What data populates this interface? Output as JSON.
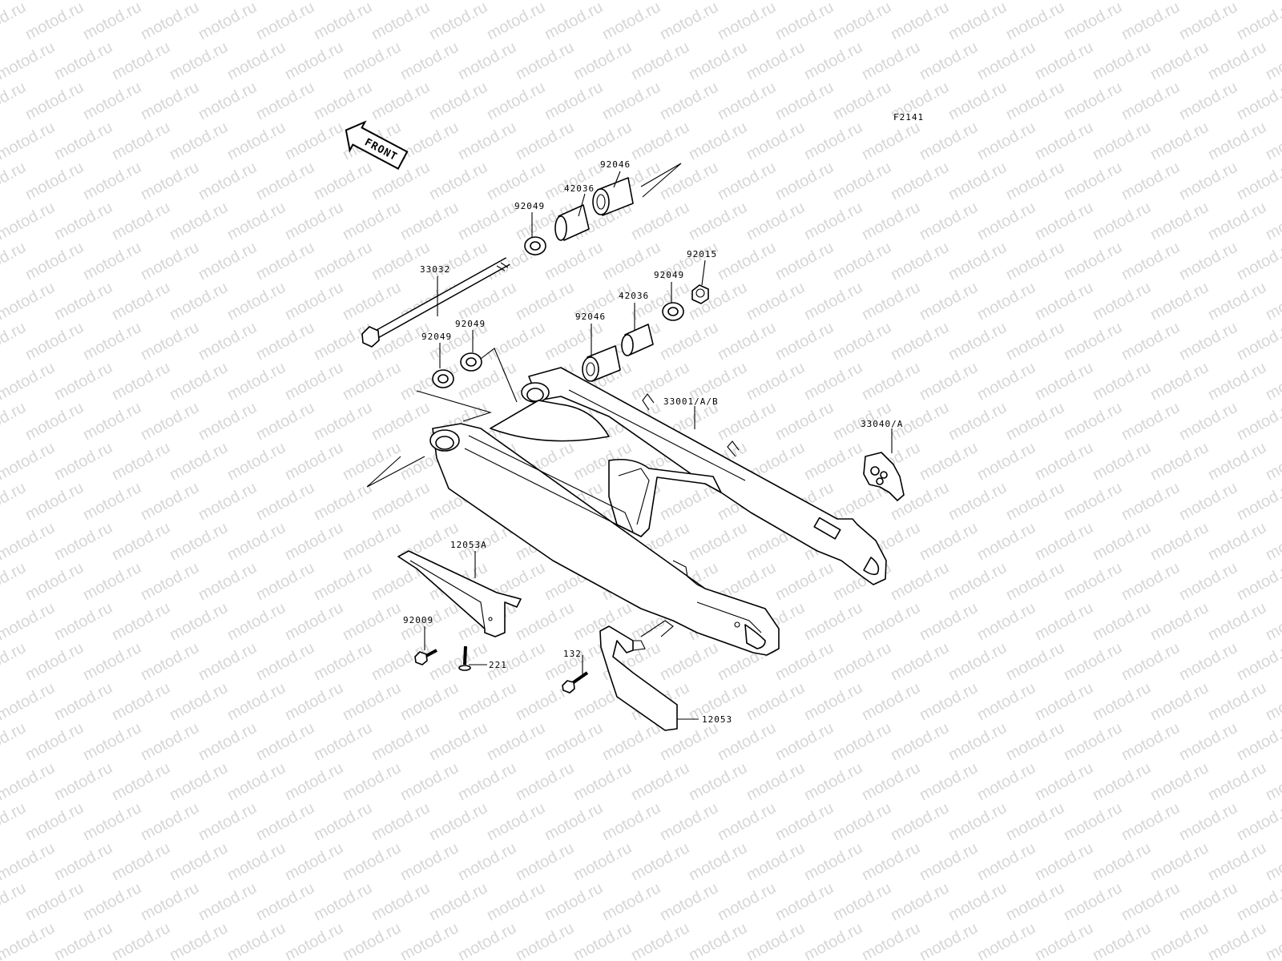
{
  "figure": {
    "code": "F2141",
    "watermark_text": "motod.ru"
  },
  "front_arrow": {
    "label": "FRONT"
  },
  "parts": [
    {
      "id": "92046-top",
      "number": "92046"
    },
    {
      "id": "42036-top",
      "number": "42036"
    },
    {
      "id": "92049-top",
      "number": "92049"
    },
    {
      "id": "33032",
      "number": "33032"
    },
    {
      "id": "92015",
      "number": "92015"
    },
    {
      "id": "92049-mid",
      "number": "92049"
    },
    {
      "id": "42036-mid",
      "number": "42036"
    },
    {
      "id": "92046-mid",
      "number": "92046"
    },
    {
      "id": "92049-left",
      "number": "92049"
    },
    {
      "id": "92049-left2",
      "number": "92049"
    },
    {
      "id": "33001",
      "number": "33001/A/B"
    },
    {
      "id": "33040",
      "number": "33040/A"
    },
    {
      "id": "12053A",
      "number": "12053A"
    },
    {
      "id": "92009",
      "number": "92009"
    },
    {
      "id": "221",
      "number": "221"
    },
    {
      "id": "132",
      "number": "132"
    },
    {
      "id": "12053",
      "number": "12053"
    }
  ]
}
